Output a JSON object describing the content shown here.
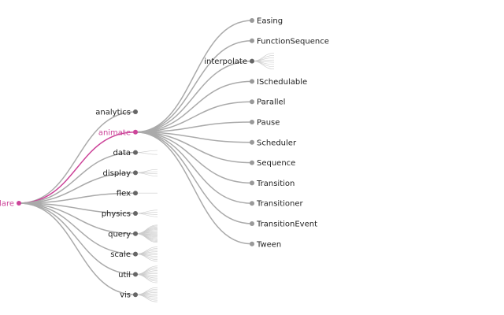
{
  "tree": {
    "root": {
      "label": "flare",
      "display_text": "lare"
    },
    "highlight_color": "#cc4499",
    "link_color": "#aaaaaa",
    "node_color": "#666666",
    "leaf_color": "#999999",
    "level1": [
      {
        "label": "analytics",
        "children_shown": 0
      },
      {
        "label": "animate",
        "active": true
      },
      {
        "label": "data",
        "children_shown": 2
      },
      {
        "label": "display",
        "children_shown": 4
      },
      {
        "label": "flex",
        "children_shown": 1
      },
      {
        "label": "physics",
        "children_shown": 4
      },
      {
        "label": "query",
        "children_shown": 20
      },
      {
        "label": "scale",
        "children_shown": 10
      },
      {
        "label": "util",
        "children_shown": 12
      },
      {
        "label": "vis",
        "children_shown": 10
      }
    ],
    "animate_children": [
      {
        "label": "Easing"
      },
      {
        "label": "FunctionSequence"
      },
      {
        "label": "interpolate",
        "is_group": true,
        "children_shown": 8
      },
      {
        "label": "ISchedulable"
      },
      {
        "label": "Parallel"
      },
      {
        "label": "Pause"
      },
      {
        "label": "Scheduler"
      },
      {
        "label": "Sequence"
      },
      {
        "label": "Transition"
      },
      {
        "label": "Transitioner"
      },
      {
        "label": "TransitionEvent"
      },
      {
        "label": "Tween"
      }
    ]
  }
}
